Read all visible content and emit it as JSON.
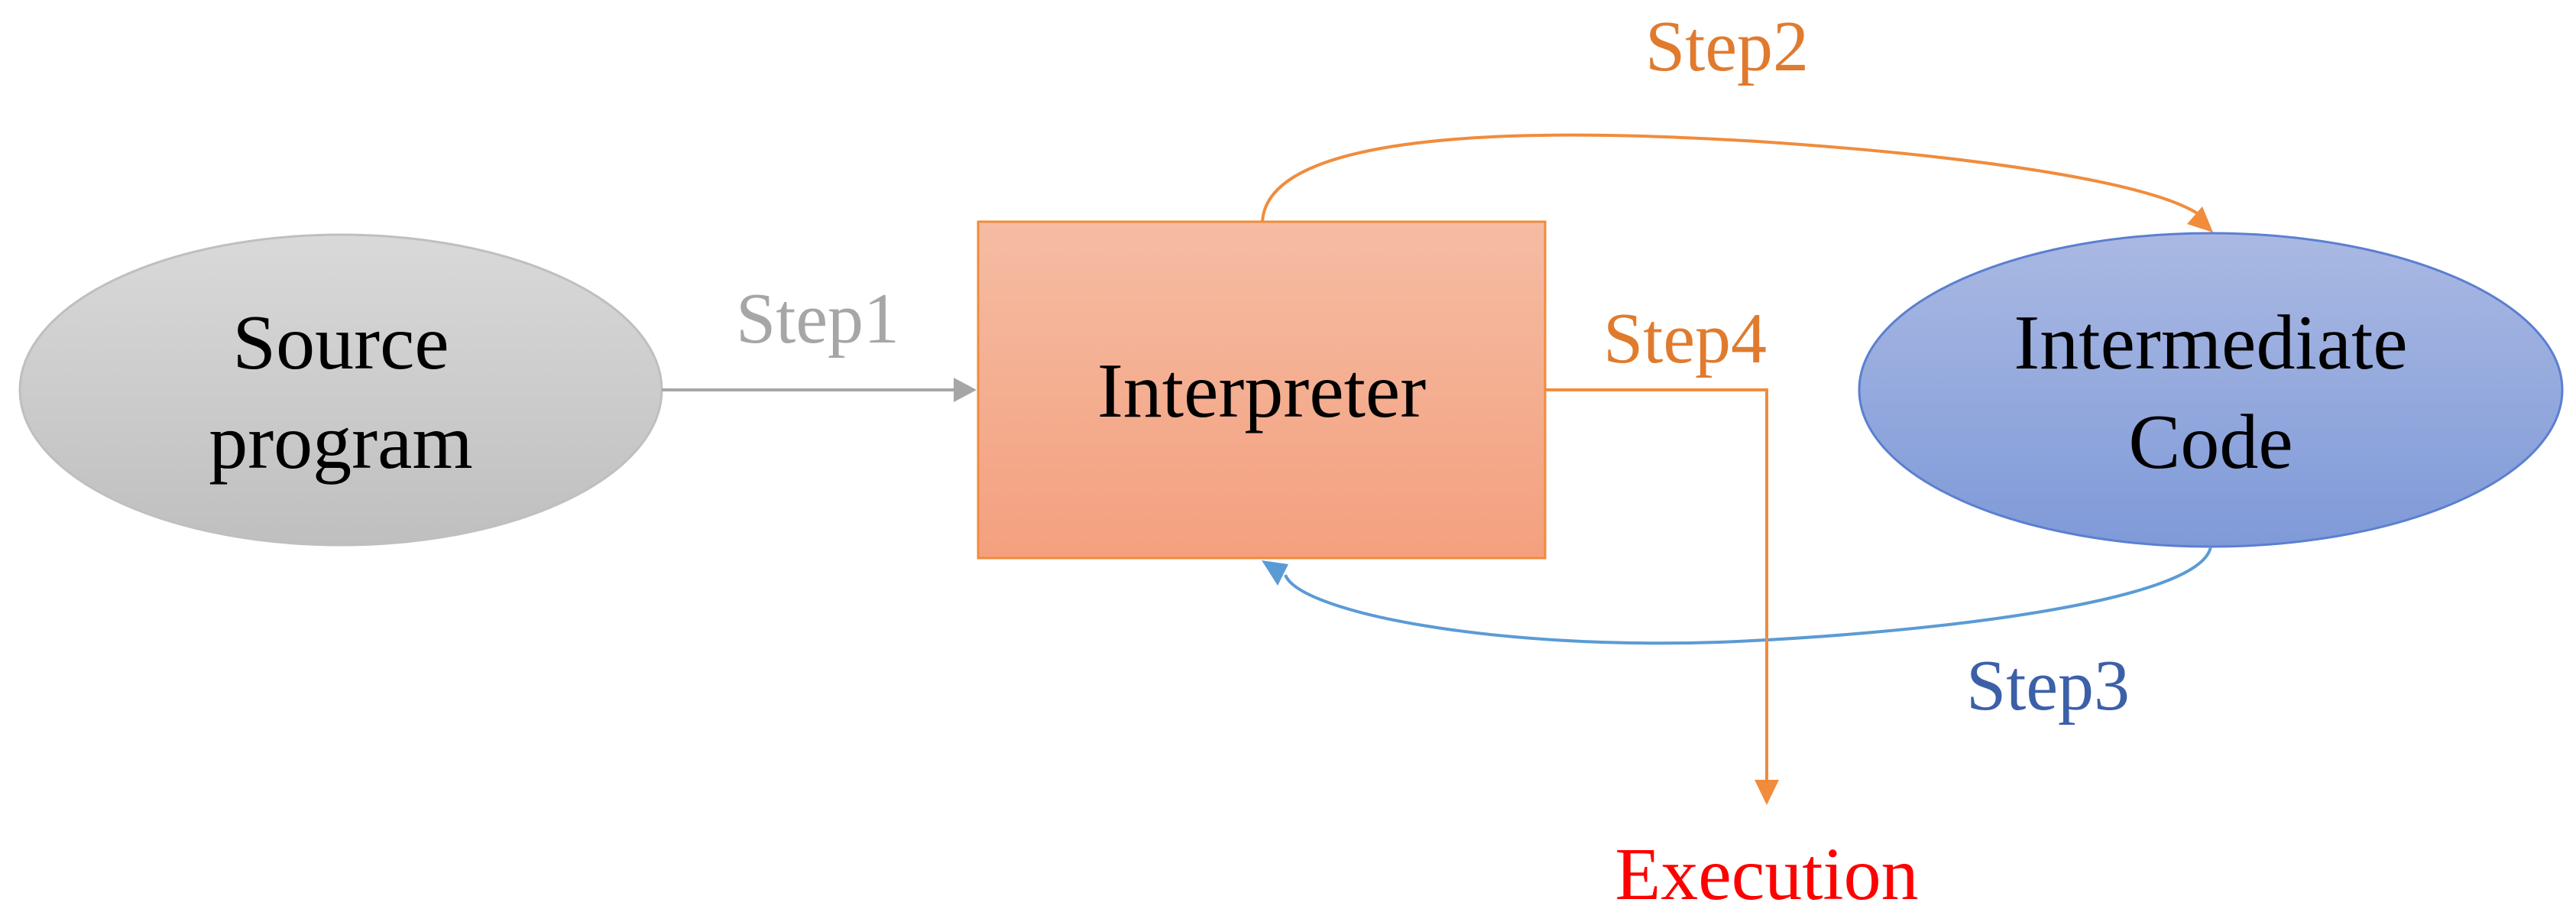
{
  "nodes": {
    "source": {
      "line1": "Source",
      "line2": "program"
    },
    "interpreter": {
      "label": "Interpreter"
    },
    "intermediate": {
      "line1": "Intermediate",
      "line2": "Code"
    }
  },
  "steps": {
    "step1": "Step1",
    "step2": "Step2",
    "step3": "Step3",
    "step4": "Step4"
  },
  "output": {
    "label": "Execution"
  },
  "colors": {
    "step1": "#a6a6a6",
    "step2": "#e07b2e",
    "step3": "#3c60a8",
    "step4": "#e07b2e",
    "execution": "#ff0000",
    "source_fill_top": "#d9d9d9",
    "source_fill_bottom": "#bfbfbf",
    "interpreter_fill_top": "#f5bca3",
    "interpreter_fill_bottom": "#f4a07e",
    "intermediate_fill_top": "#a9b8e2",
    "intermediate_fill_bottom": "#7f9ad8",
    "arrow_orange": "#f08c3c",
    "arrow_blue": "#5b9bd5",
    "arrow_gray": "#a6a6a6"
  }
}
